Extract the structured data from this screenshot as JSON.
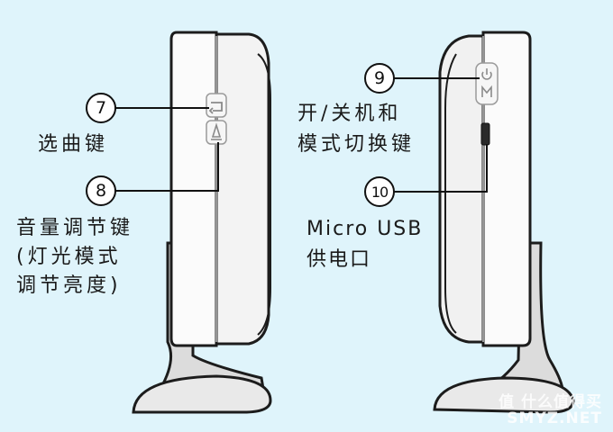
{
  "callouts": [
    {
      "number": "7",
      "label": "选曲键"
    },
    {
      "number": "8",
      "label": "音量调节键\n(灯光模式\n调节亮度)"
    },
    {
      "number": "9",
      "label": "开/关机和\n模式切换键"
    },
    {
      "number": "10",
      "label": "Micro USB\n供电口"
    }
  ],
  "watermark": "值 什么值得买\nSMYZ.NET",
  "colors": {
    "background": "#dff4fb",
    "device_body": "#f7f7f7",
    "device_outline": "#1c1c1c",
    "stand": "#e6e6e6"
  },
  "icons": [
    "track-skip-icon",
    "volume-icon",
    "power-icon",
    "mode-m-icon",
    "usb-port-icon"
  ]
}
